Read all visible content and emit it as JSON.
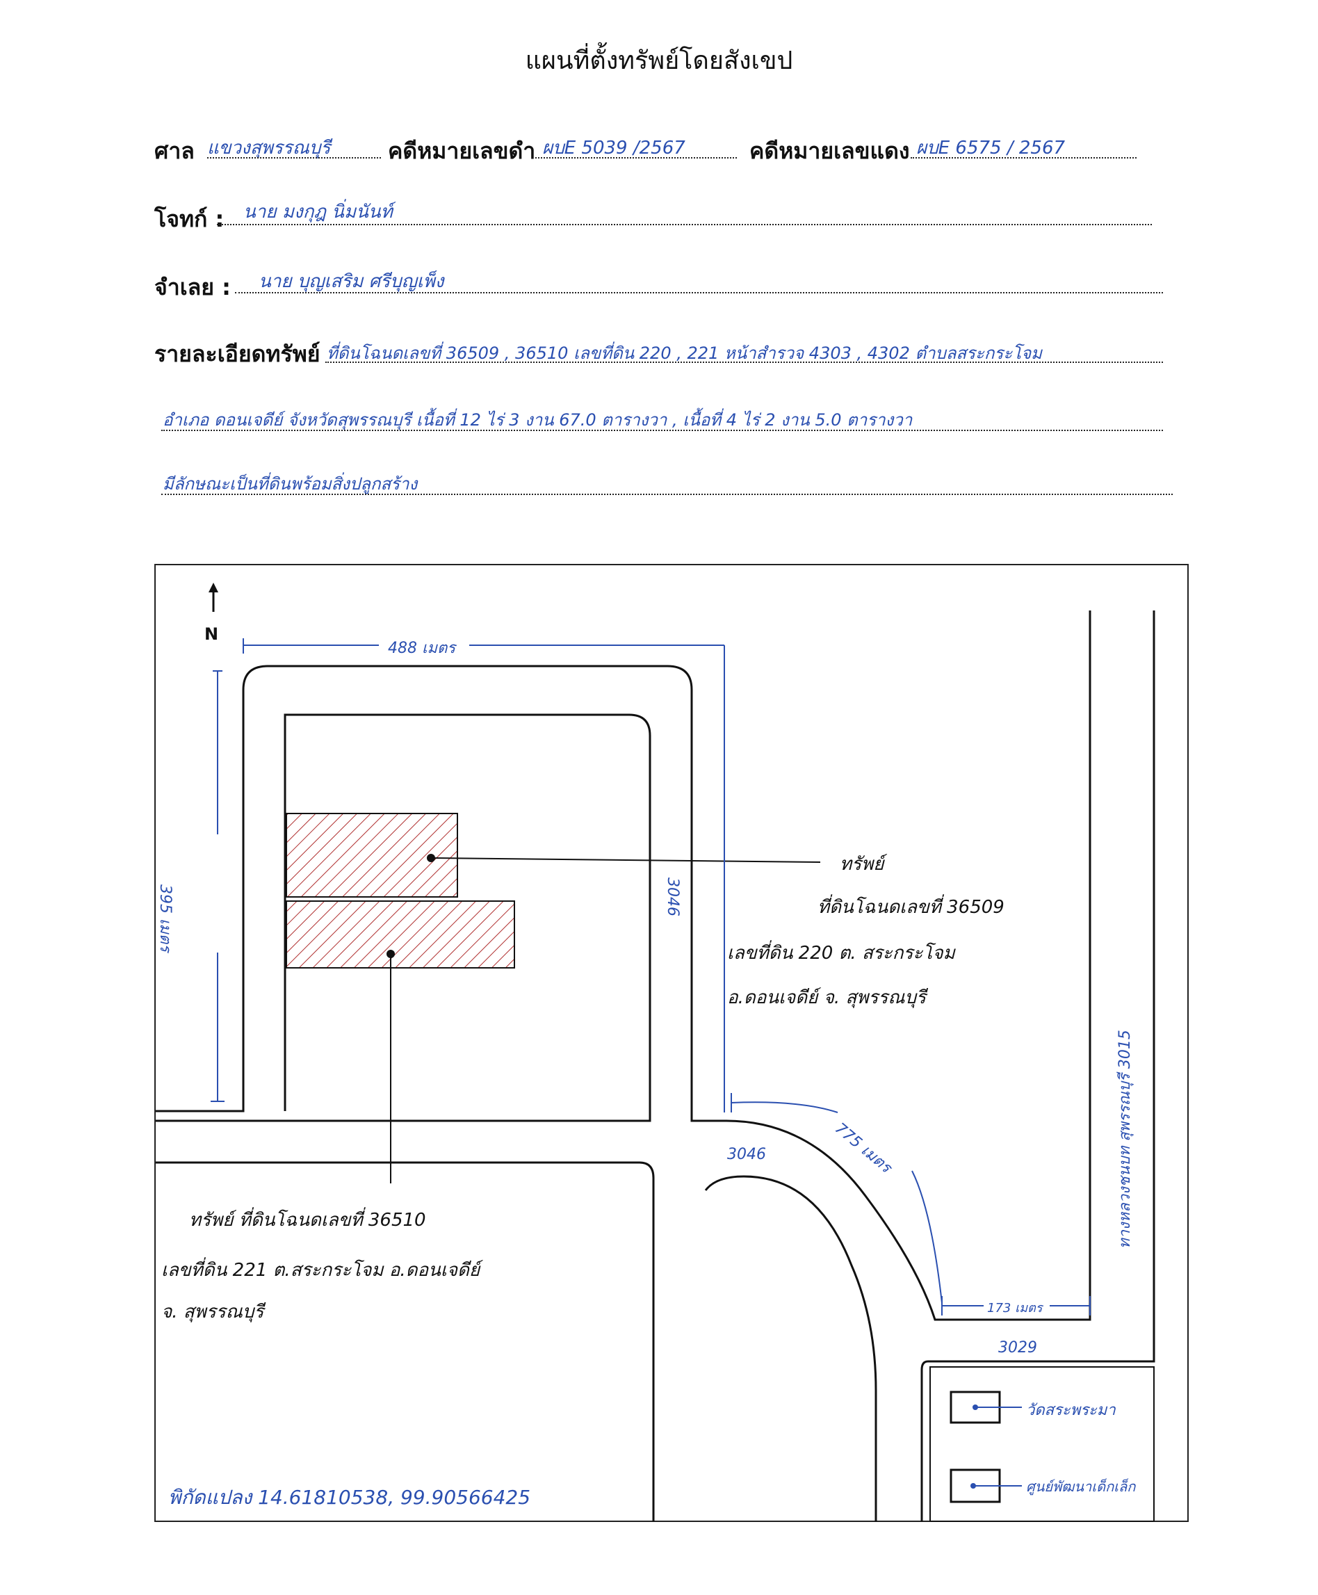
{
  "title": "แผนที่ตั้งทรัพย์โดยสังเขป",
  "header": {
    "court_label": "ศาล",
    "court_value": "แขวงสุพรรณบุรี",
    "black_case_label": "คดีหมายเลขดำ",
    "black_case_value": "ผบE 5039 /2567",
    "red_case_label": "คดีหมายเลขแดง",
    "red_case_value": "ผบE 6575 / 2567",
    "plaintiff_label": "โจทก์ :",
    "plaintiff_value": "นาย มงกุฎ นิ่มนันท์",
    "defendant_label": "จำเลย :",
    "defendant_value": "นาย บุญเสริม ศรีบุญเพ็ง",
    "details_label": "รายละเอียดทรัพย์",
    "details_line1": "ที่ดินโฉนดเลขที่ 36509 , 36510 เลขที่ดิน 220 , 221 หน้าสำรวจ 4303 , 4302 ตำบลสระกระโจม",
    "details_line2": "อำเภอ ดอนเจดีย์ จังหวัดสุพรรณบุรี เนื้อที่ 12 ไร่ 3 งาน 67.0 ตารางวา , เนื้อที่ 4 ไร่ 2 งาน 5.0 ตารางวา",
    "details_line3": "มีลักษณะเป็นที่ดินพร้อมสิ่งปลูกสร้าง"
  },
  "map": {
    "north_label": "N",
    "dim_top": "488 เมตร",
    "dim_left": "395 เมตร",
    "dim_diag": "775 เมตร",
    "dim_bottom": "173 เมตร",
    "road_3046_a": "3046",
    "road_3046_b": "3046",
    "road_3029": "3029",
    "road_right": "ทางหลวงชนบท สุพรรณบุรี 3015",
    "property_a_title": "ทรัพย์",
    "property_a_line1": "ที่ดินโฉนดเลขที่ 36509",
    "property_a_line2": "เลขที่ดิน 220 ต. สระกระโจม",
    "property_a_line3": "อ.ดอนเจดีย์ จ. สุพรรณบุรี",
    "property_b_line1": "ทรัพย์ ที่ดินโฉนดเลขที่ 36510",
    "property_b_line2": "เลขที่ดิน 221 ต.สระกระโจม อ.ดอนเจดีย์",
    "property_b_line3": "จ. สุพรรณบุรี",
    "legend_temple": "วัดสระพระมา",
    "legend_center": "ศูนย์พัฒนาเด็กเล็ก",
    "coordinates": "พิกัดแปลง 14.61810538, 99.90566425"
  },
  "colors": {
    "ink": "#111111",
    "pen_blue": "#2a4fb0",
    "hatch_red": "#b03030"
  }
}
